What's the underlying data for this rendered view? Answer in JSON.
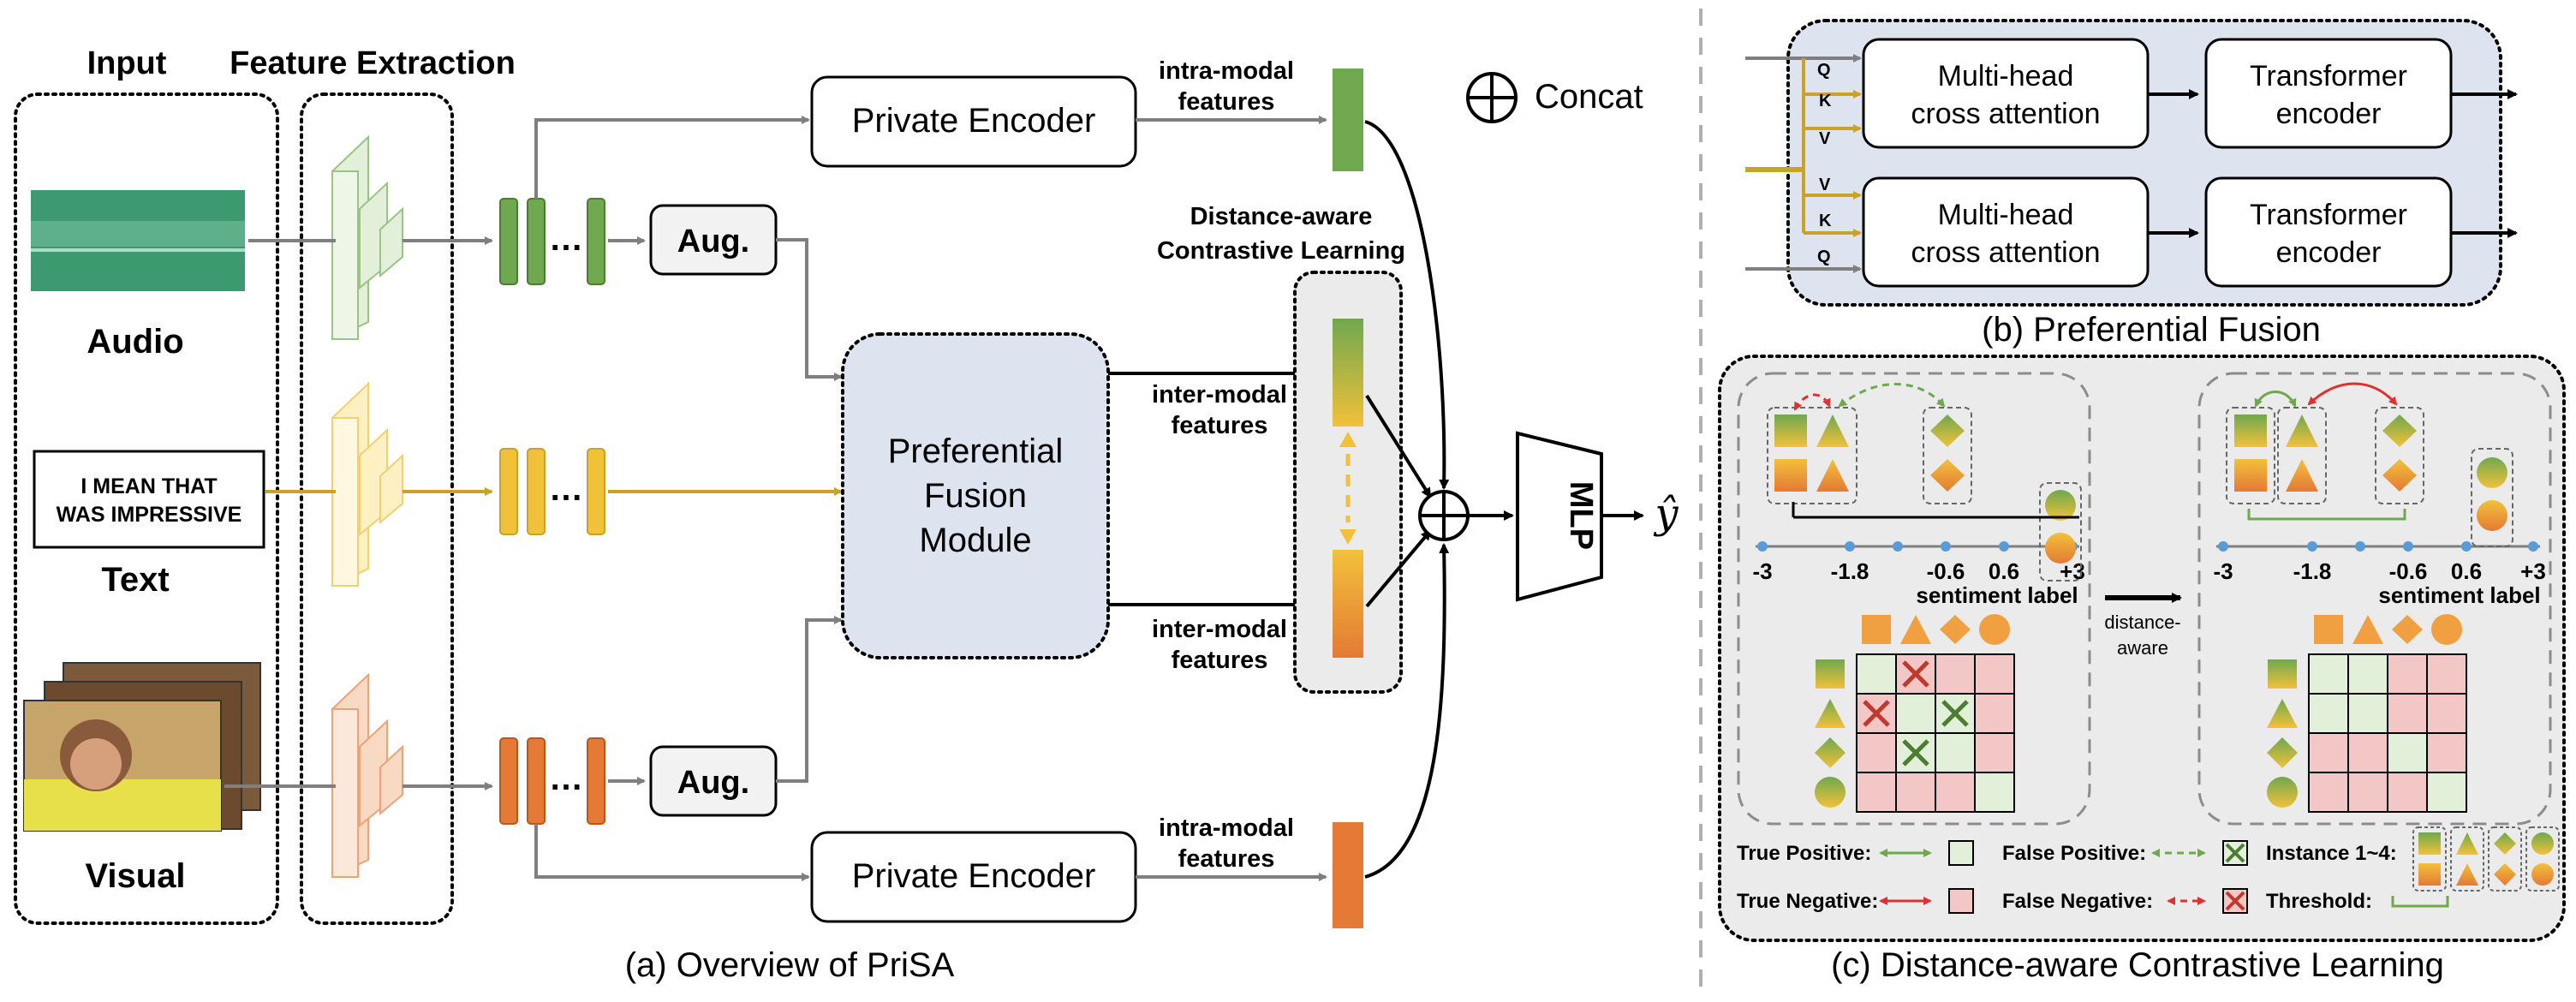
{
  "panel_a": {
    "input_title": "Input",
    "feature_title": "Feature Extraction",
    "audio_label": "Audio",
    "text_label": "Text",
    "visual_label": "Visual",
    "text_sample_line1": "I MEAN THAT",
    "text_sample_line2": "WAS IMPRESSIVE",
    "ellipsis": "…",
    "aug_top": "Aug.",
    "aug_bottom": "Aug.",
    "private_encoder_top": "Private Encoder",
    "private_encoder_bottom": "Private Encoder",
    "intra_top_line1": "intra-modal",
    "intra_top_line2": "features",
    "intra_bottom_line1": "intra-modal",
    "intra_bottom_line2": "features",
    "pfm_line1": "Preferential",
    "pfm_line2": "Fusion",
    "pfm_line3": "Module",
    "inter_top_line1": "inter-modal",
    "inter_top_line2": "features",
    "inter_bottom_line1": "inter-modal",
    "inter_bottom_line2": "features",
    "dacl_line1": "Distance-aware",
    "dacl_line2": "Contrastive Learning",
    "concat_label": "Concat",
    "mlp": "MLP",
    "output": "ŷ",
    "caption": "(a) Overview of PriSA"
  },
  "panel_b": {
    "q_top": "Q",
    "k_top": "K",
    "v_top": "V",
    "v_bottom": "V",
    "k_bottom": "K",
    "q_bottom": "Q",
    "mhca_line1": "Multi-head",
    "mhca_line2": "cross attention",
    "te_line1": "Transformer",
    "te_line2": "encoder",
    "caption": "(b) Preferential Fusion"
  },
  "panel_c": {
    "ticks": [
      "-3",
      "-1.8",
      "-0.6",
      "0.6",
      "+3"
    ],
    "axis_label": "sentiment label",
    "distance_aware_line1": "distance-",
    "distance_aware_line2": "aware",
    "legend": {
      "true_positive": "True Positive:",
      "false_positive": "False Positive:",
      "instance": "Instance 1~4:",
      "true_negative": "True Negative:",
      "false_negative": "False Negative:",
      "threshold": "Threshold:"
    },
    "caption": "(c) Distance-aware Contrastive Learning"
  },
  "colors": {
    "green": "#6fa84f",
    "yellow": "#f2c13a",
    "orange": "#e47a35",
    "gray_arrow": "#7f7f7f",
    "gold_arrow": "#c9a227",
    "pfm_fill": "#dde3ef",
    "panel_b_fill": "#dde3ef",
    "matrix_green": "#e2efd9",
    "matrix_pink": "#f4c7c7"
  }
}
